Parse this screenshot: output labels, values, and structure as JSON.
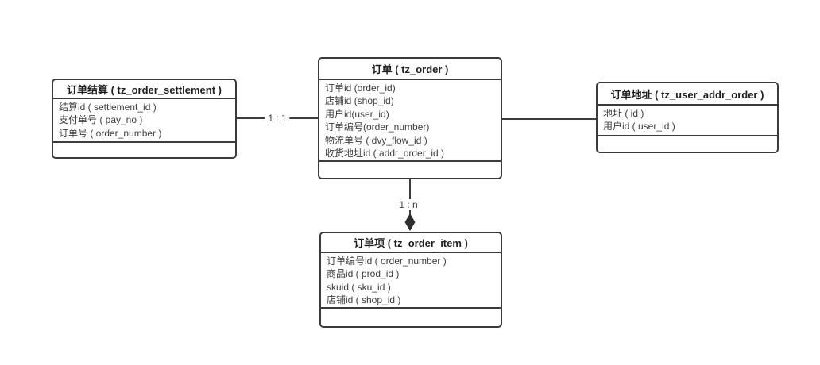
{
  "diagram": {
    "background_color": "#ffffff",
    "line_color": "#3b3b3b",
    "text_color": "#3d3d3d"
  },
  "entities": [
    {
      "id": "order_settlement",
      "title": "订单结算 ( tz_order_settlement )",
      "fields": [
        "结算id ( settlement_id )",
        "支付单号 ( pay_no )",
        "订单号 ( order_number )"
      ]
    },
    {
      "id": "order",
      "title": "订单 ( tz_order )",
      "fields": [
        "订单id (order_id)",
        "店铺id (shop_id)",
        "用户id(user_id)",
        "订单编号(order_number)",
        "物流单号 ( dvy_flow_id )",
        "收货地址id ( addr_order_id )"
      ]
    },
    {
      "id": "user_addr_order",
      "title": "订单地址 ( tz_user_addr_order )",
      "fields": [
        "地址 ( id )",
        "用户id ( user_id )"
      ]
    },
    {
      "id": "order_item",
      "title": "订单项 ( tz_order_item )",
      "fields": [
        "订单编号id ( order_number )",
        "商品id ( prod_id )",
        "skuid ( sku_id )",
        "店铺id ( shop_id )"
      ]
    }
  ],
  "relations": [
    {
      "from": "order_settlement",
      "to": "order",
      "label": "1 : 1"
    },
    {
      "from": "order",
      "to": "user_addr_order",
      "label": ""
    },
    {
      "from": "order",
      "to": "order_item",
      "label": "1 : n",
      "arrow": "filled-diamond"
    }
  ]
}
